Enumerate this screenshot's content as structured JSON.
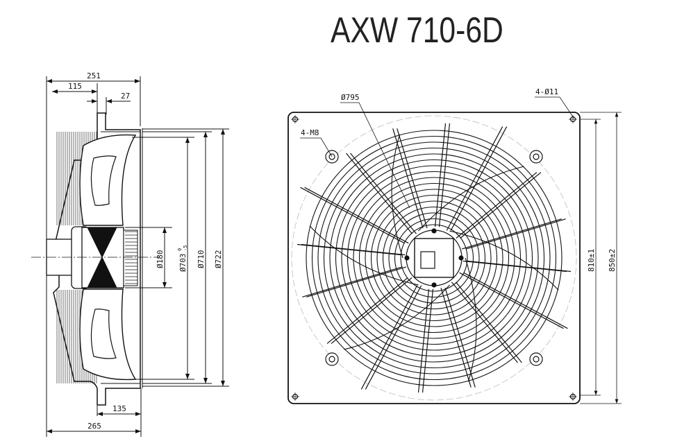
{
  "title": "AXW 710-6D",
  "side_view": {
    "dims_top": [
      "251",
      "115",
      "27"
    ],
    "dims_diameter": [
      "Ø180",
      "Ø703",
      "Ø710",
      "Ø722"
    ],
    "tolerance_703": {
      "upper": "0",
      "lower": "-5"
    },
    "dims_bottom": [
      "135",
      "265"
    ]
  },
  "front_view": {
    "labels": {
      "guard_diameter": "Ø795",
      "mount_holes": "4-Ø11",
      "motor_threads": "4-M8"
    },
    "dims_right": [
      "810±1",
      "850±2"
    ]
  }
}
